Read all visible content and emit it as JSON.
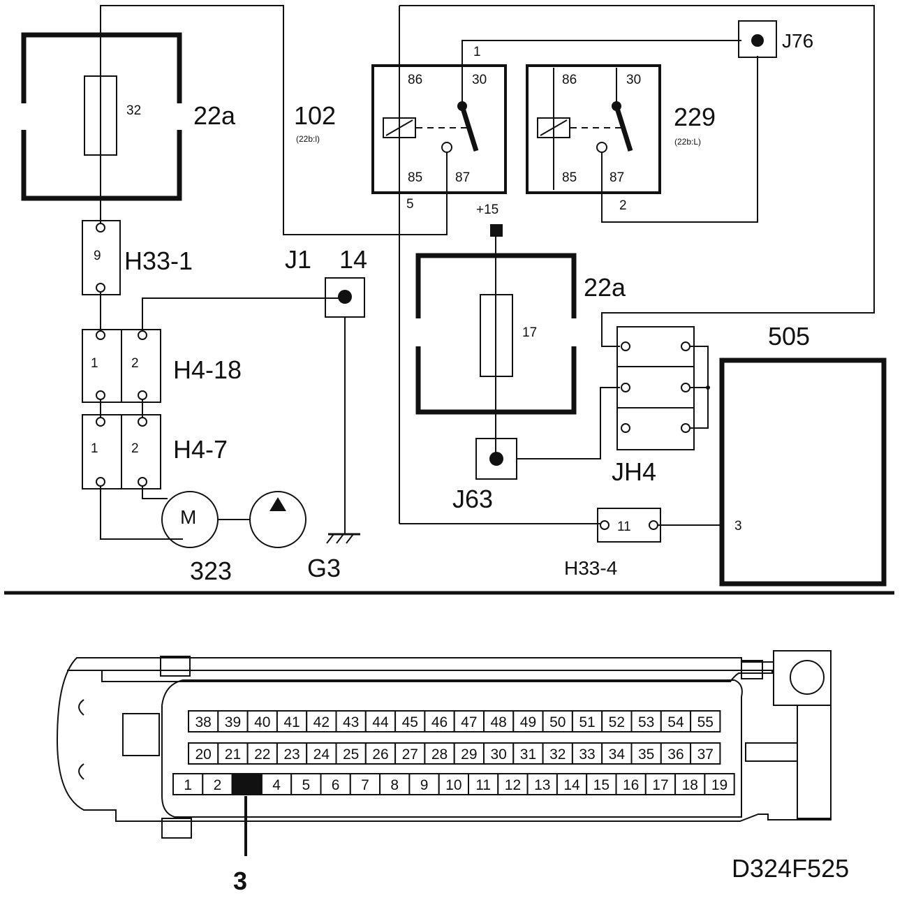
{
  "fuse_box_top": {
    "label": "22a",
    "fuse_number": "32"
  },
  "relay_102": {
    "label": "102",
    "sublabel": "(22b:l)",
    "pins": [
      "86",
      "30",
      "85",
      "87"
    ]
  },
  "relay_229": {
    "label": "229",
    "sublabel": "(22b:L)",
    "pins": [
      "86",
      "30",
      "85",
      "87"
    ]
  },
  "wire_numbers": {
    "w1": "1",
    "w2": "2",
    "w5": "5"
  },
  "junctions": {
    "j76": "J76",
    "j1": "J1",
    "j1_pin": "14",
    "j63": "J63",
    "jh4": "JH4"
  },
  "supply": {
    "label": "+15"
  },
  "fuse_box_mid": {
    "label": "22a",
    "fuse_number": "17"
  },
  "connectors": {
    "h33_1": {
      "label": "H33-1",
      "pin": "9"
    },
    "h4_18": {
      "label": "H4-18",
      "pins": [
        "1",
        "2"
      ]
    },
    "h4_7": {
      "label": "H4-7",
      "pins": [
        "1",
        "2"
      ]
    },
    "h33_4": {
      "label": "H33-4",
      "pin": "11"
    }
  },
  "motor": {
    "label": "323",
    "symbol": "M"
  },
  "ground": {
    "label": "G3"
  },
  "ecu": {
    "label": "505",
    "pin": "3"
  },
  "ecu_connector": {
    "row_top": [
      "38",
      "39",
      "40",
      "41",
      "42",
      "43",
      "44",
      "45",
      "46",
      "47",
      "48",
      "49",
      "50",
      "51",
      "52",
      "53",
      "54",
      "55"
    ],
    "row_mid": [
      "20",
      "21",
      "22",
      "23",
      "24",
      "25",
      "26",
      "27",
      "28",
      "29",
      "30",
      "31",
      "32",
      "33",
      "34",
      "35",
      "36",
      "37"
    ],
    "row_bottom": [
      "1",
      "2",
      "3",
      "4",
      "5",
      "6",
      "7",
      "8",
      "9",
      "10",
      "11",
      "12",
      "13",
      "14",
      "15",
      "16",
      "17",
      "18",
      "19"
    ],
    "highlighted_pin": "3",
    "callout": "3"
  },
  "drawing_id": "D324F525"
}
